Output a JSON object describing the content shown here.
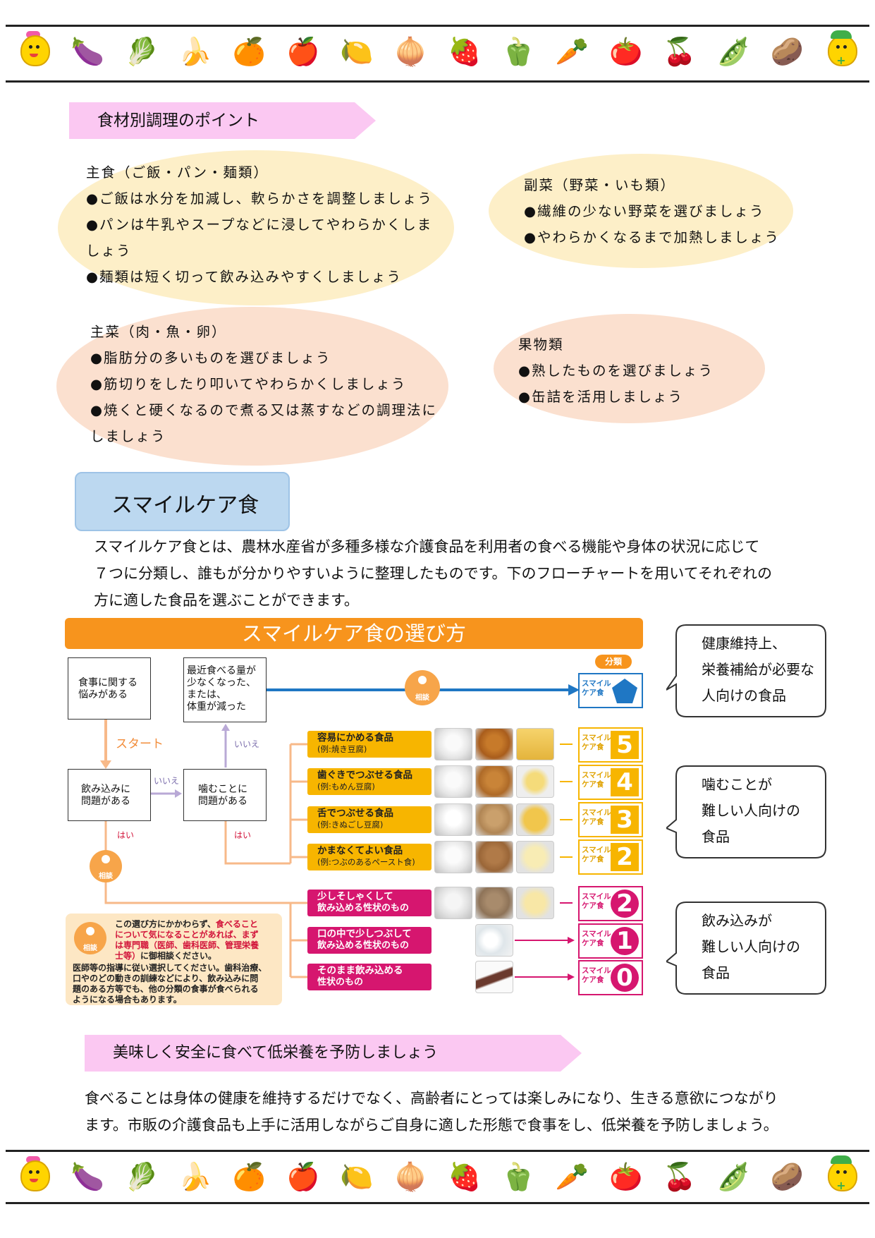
{
  "border_icons": [
    "mascot-girl",
    "🍆",
    "🥬",
    "🍌",
    "🍊",
    "🍎",
    "🍋",
    "🧅",
    "🍓",
    "🫑",
    "🥕",
    "🍅",
    "🍒",
    "🫛",
    "🥔",
    "mascot-boy"
  ],
  "cooking": {
    "title": "食材別調理のポイント",
    "staple": {
      "heading": "主食（ご飯・パン・麺類）",
      "lines": [
        "●ご飯は水分を加減し、軟らかさを調整しましょう",
        "●パンは牛乳やスープなどに浸してやわらかくしま",
        "しょう",
        "●麺類は短く切って飲み込みやすくしましょう"
      ]
    },
    "side": {
      "heading": "副菜（野菜・いも類）",
      "lines": [
        "●繊維の少ない野菜を選びましょう",
        "●やわらかくなるまで加熱しましょう"
      ]
    },
    "main": {
      "heading": "主菜（肉・魚・卵）",
      "lines": [
        "●脂肪分の多いものを選びましょう",
        "●筋切りをしたり叩いてやわらかくしましょう",
        "●焼くと硬くなるので煮る又は蒸すなどの調理法に",
        "しましょう"
      ]
    },
    "fruit": {
      "heading": "果物類",
      "lines": [
        "●熟したものを選びましょう",
        "●缶詰を活用しましょう"
      ]
    }
  },
  "smile": {
    "title": "スマイルケア食",
    "para": [
      "スマイルケア食とは、農林水産省が多種多様な介護食品を利用者の食べる機能や身体の状況に応じて",
      "７つに分類し、誰もが分かりやすいように整理したものです。下のフローチャートを用いてそれぞれの",
      "方に適した食品を選ぶことができます。"
    ]
  },
  "flow": {
    "title": "スマイルケア食の選び方",
    "box_concern": [
      "食事に関する",
      "悩みがある"
    ],
    "box_intake": [
      "最近食べる量が",
      "少なくなった、",
      "または、",
      "体重が減った"
    ],
    "box_swallow": [
      "飲み込みに",
      "問題がある"
    ],
    "box_chew": [
      "噛むことに",
      "問題がある"
    ],
    "start": "スタート",
    "no1": "いいえ",
    "no2": "いいえ",
    "yes1": "はい",
    "yes2": "はい",
    "consult": "相談",
    "category": "分類",
    "card_label": [
      "スマイル",
      "ケア食"
    ],
    "chew_options": [
      {
        "t1": "容易にかめる食品",
        "t2": "(例:焼き豆腐)",
        "num": "5"
      },
      {
        "t1": "歯ぐきでつぶせる食品",
        "t2": "(例:もめん豆腐)",
        "num": "4"
      },
      {
        "t1": "舌でつぶせる食品",
        "t2": "(例:きぬごし豆腐)",
        "num": "3"
      },
      {
        "t1": "かまなくてよい食品",
        "t2": "(例:つぶのあるペースト食)",
        "num": "2"
      }
    ],
    "swallow_options": [
      {
        "t1": "少しそしゃくして",
        "t2": "飲み込める性状のもの",
        "num": "2"
      },
      {
        "t1": "口の中で少しつぶして",
        "t2": "飲み込める性状のもの",
        "num": "1"
      },
      {
        "t1": "そのまま飲み込める",
        "t2": "性状のもの",
        "num": "0"
      }
    ],
    "note1_a": "この選び方にかかわらず、",
    "note1_b": "食べること",
    "note1_c": "について気になることがあれば、まず",
    "note1_d": "は専門職",
    "note1_e": "（医師、歯科医師、管理栄養",
    "note1_f": "士等）",
    "note1_g": "に御相談ください。",
    "note2": [
      "医師等の指導に従い選択してください。歯科治療、",
      "口やのどの動きの訓練などにより、飲み込みに問",
      "題のある方等でも、他の分類の食事が食べられる",
      "ようになる場合もあります。"
    ]
  },
  "bubbles": [
    [
      "健康維持上、",
      "栄養補給が必要な",
      "人向けの食品"
    ],
    [
      "噛むことが",
      "難しい人向けの",
      "食品"
    ],
    [
      "飲み込みが",
      "難しい人向けの",
      "食品"
    ]
  ],
  "closing": {
    "title": "美味しく安全に食べて低栄養を予防しましょう",
    "para": [
      "食べることは身体の健康を維持するだけでなく、高齢者にとっては楽しみになり、生きる意欲につながり",
      "ます。市販の介護食品も上手に活用しながらご自身に適した形態で食事をし、低栄養を予防しましょう。"
    ]
  },
  "colors": {
    "banner_pink": "#fbc8f2",
    "ellipse_yellow": "#fdefc8",
    "ellipse_peach": "#fbe0cf",
    "flow_orange": "#f7941d",
    "flow_blue": "#1f77c4",
    "flow_magenta": "#d6166f",
    "chew_yellow": "#f7b500"
  }
}
